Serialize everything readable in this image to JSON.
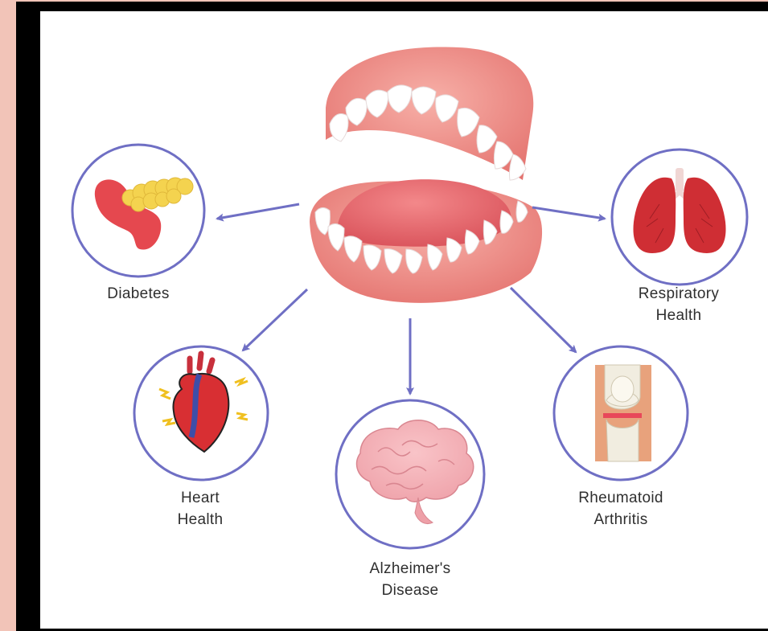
{
  "conditions": {
    "diabetes": {
      "line1": "Diabetes"
    },
    "respiratory": {
      "line1": "Respiratory",
      "line2": "Health"
    },
    "heart": {
      "line1": "Heart",
      "line2": "Health"
    },
    "alzheimers": {
      "line1": "Alzheimer's",
      "line2": "Disease"
    },
    "rheumatoid": {
      "line1": "Rheumatoid",
      "line2": "Arthritis"
    }
  },
  "colors": {
    "frame": "#000000",
    "background_edge": "#f2c4b8",
    "circle_stroke": "#6f6fc4",
    "arrow": "#6f6fc4",
    "gum": "#ef8f8a",
    "tooth": "#ffffff",
    "tongue": "#e5686c"
  }
}
